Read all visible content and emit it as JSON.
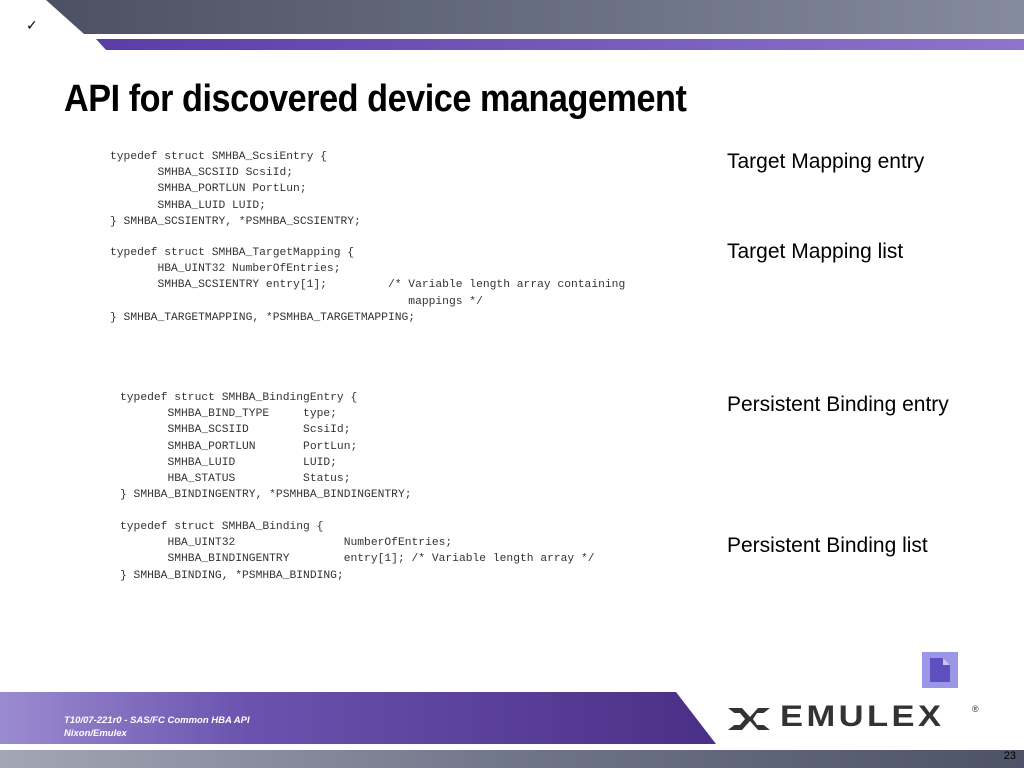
{
  "header": {
    "check_glyph": "✓",
    "title": "API for discovered device management"
  },
  "code_blocks": {
    "scsi_entry": "typedef struct SMHBA_ScsiEntry {\n       SMHBA_SCSIID ScsiId;\n       SMHBA_PORTLUN PortLun;\n       SMHBA_LUID LUID;\n} SMHBA_SCSIENTRY, *PSMHBA_SCSIENTRY;",
    "target_mapping": "typedef struct SMHBA_TargetMapping {\n       HBA_UINT32 NumberOfEntries;\n       SMHBA_SCSIENTRY entry[1];         /* Variable length array containing\n                                            mappings */\n} SMHBA_TARGETMAPPING, *PSMHBA_TARGETMAPPING;",
    "binding_entry": "typedef struct SMHBA_BindingEntry {\n       SMHBA_BIND_TYPE     type;\n       SMHBA_SCSIID        ScsiId;\n       SMHBA_PORTLUN       PortLun;\n       SMHBA_LUID          LUID;\n       HBA_STATUS          Status;\n} SMHBA_BINDINGENTRY, *PSMHBA_BINDINGENTRY;",
    "binding": "typedef struct SMHBA_Binding {\n       HBA_UINT32                NumberOfEntries;\n       SMHBA_BINDINGENTRY        entry[1]; /* Variable length array */\n} SMHBA_BINDING, *PSMHBA_BINDING;"
  },
  "labels": {
    "target_mapping_entry": "Target Mapping entry",
    "target_mapping_list": "Target Mapping list",
    "persistent_binding_entry": "Persistent Binding entry",
    "persistent_binding_list": "Persistent Binding list"
  },
  "footer": {
    "line1": "T10/07-221r0 - SAS/FC Common HBA API",
    "line2": "Nixon/Emulex",
    "logo_text": "EMULEX",
    "logo_reg": "®",
    "slide_number": "23"
  },
  "icons": {
    "top_left": "checkmark-icon",
    "document": "document-icon",
    "logo": "emulex-logo-icon"
  },
  "colors": {
    "accent_purple": "#6a4fb0",
    "band_grey": "#5a5f72",
    "footer_purple": "#4a2f86"
  }
}
